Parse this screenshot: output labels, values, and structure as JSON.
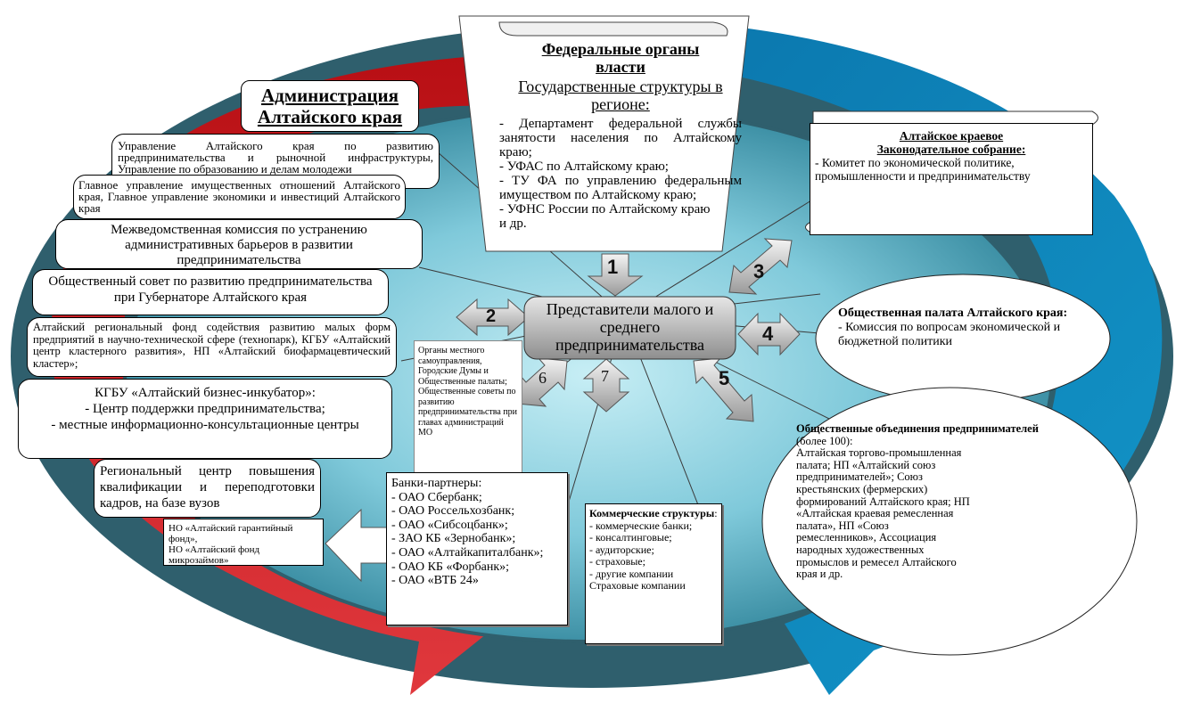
{
  "federal": {
    "title": "Федеральные органы власти",
    "subtitle": "Государственные структуры в регионе:",
    "items": [
      "- Департамент федеральной службы занятости населения по Алтайскому краю;",
      "- УФАС по Алтайскому краю;",
      "- ТУ ФА по управлению федеральным имуществом по Алтайскому краю;",
      "- УФНС России по Алтайскому краю",
      "и  др."
    ]
  },
  "administration": {
    "title": "Администрация Алтайского края"
  },
  "left_boxes": [
    "Управление Алтайского края по развитию предпринимательства и рыночной инфраструктуры, Управление по образованию и делам молодежи",
    "Главное управление имущественных отношений Алтайского края, Главное управление экономики и инвестиций Алтайского края",
    "Межведомственная комиссия по устранению административных барьеров в развитии предпринимательства",
    "Общественный совет по развитию предпринимательства при Губернаторе Алтайского края",
    "Алтайский региональный фонд содействия развитию малых форм предприятий в научно-технической сфере (технопарк), КГБУ «Алтайский центр кластерного развития», НП «Алтайский биофармацевтический кластер»;",
    "Региональный центр повышения квалификации и переподготовки кадров, на базе вузов"
  ],
  "incubator": {
    "title": "КГБУ «Алтайский бизнес-инкубатор»:",
    "items": [
      "- Центр поддержки предпринимательства;",
      "- местные  информационно-консультационные центры"
    ]
  },
  "funds": {
    "lines": [
      "НО «Алтайский гарантийный фонд»,",
      "НО «Алтайский фонд микрозаймов»"
    ]
  },
  "center": {
    "label": "Представители малого и среднего предпринимательства"
  },
  "arrows": [
    "1",
    "2",
    "3",
    "4",
    "5",
    "6",
    "7"
  ],
  "local": {
    "text": "Органы местного самоуправления, Городские Думы  и Общественные палаты; Общественные советы по развитию предпринимательства при главах администраций МО"
  },
  "banks": {
    "title": "Банки-партнеры:",
    "items": [
      "- ОАО Сбербанк;",
      "- ОАО Россельхозбанк;",
      "- ОАО «Сибсоцбанк»;",
      "- ЗАО КБ «Зернобанк»;",
      "- ОАО «Алтайкапиталбанк»;",
      "- ОАО КБ «Форбанк»;",
      "- ОАО «ВТБ 24»"
    ]
  },
  "commercial": {
    "title": "Коммерческие структуры",
    "colon": ":",
    "items": [
      "- коммерческие банки;",
      "- консалтинговые;",
      "- аудиторские;",
      "- страховые;",
      "- другие компании",
      "Страховые компании"
    ]
  },
  "assembly": {
    "title_line1": "Алтайское краевое",
    "title_line2": "Законодательное собрание:",
    "items": [
      "- Комитет по экономической политике, промышленности и предпринимательству"
    ]
  },
  "chamber": {
    "title": "Общественная палата Алтайского края:",
    "items": [
      "- Комиссия по вопросам экономической и бюджетной политики"
    ]
  },
  "associations": {
    "title": "Общественные  объединения предпринимателей",
    "count": " (более 100):",
    "text": "Алтайская торгово-промышленная палата; НП «Алтайский союз предпринимателей»; Союз крестьянских (фермерских) формирований Алтайского края;  НП «Алтайская краевая ремесленная палата», НП «Союз ремесленников», Ассоциация народных художественных промыслов и ремесел Алтайского края и др."
  }
}
